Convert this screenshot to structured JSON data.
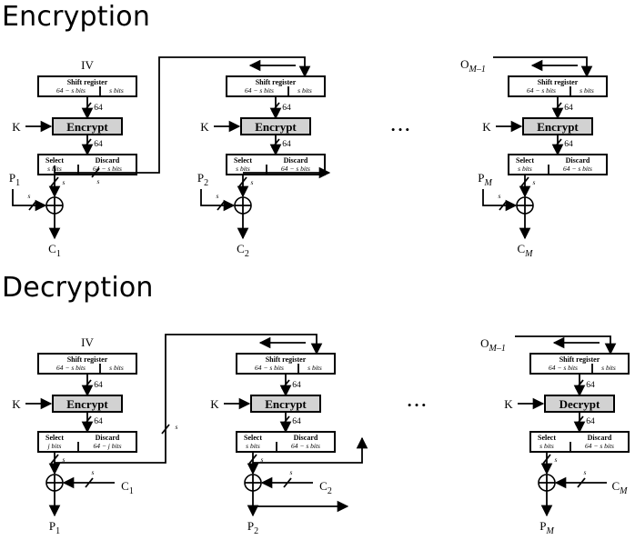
{
  "titles": {
    "encryption": "Encryption",
    "decryption": "Decryption"
  },
  "labels": {
    "iv": "IV",
    "key": "K",
    "shift_register": "Shift register",
    "bits_64_minus_s": "64 − s bits",
    "bits_64_minus_j": "64 − j bits",
    "s_bits": "s bits",
    "j_bits": "j bits",
    "select": "Select",
    "discard": "Discard",
    "encrypt": "Encrypt",
    "decrypt": "Decrypt",
    "width_64": "64",
    "width_s": "s",
    "ellipsis": "• • •",
    "o_prev": "O",
    "o_prev_sub": "M–1",
    "p": "P",
    "c": "C",
    "sub_1": "1",
    "sub_2": "2",
    "sub_m": "M"
  }
}
